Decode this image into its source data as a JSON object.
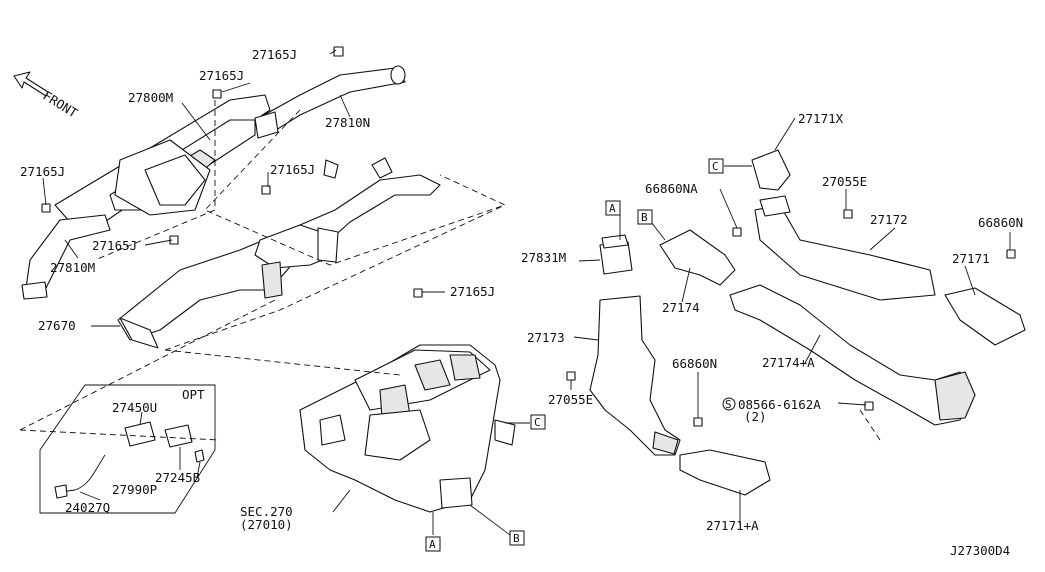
{
  "diagram": {
    "front_label": "FRONT",
    "opt_label": "OPT",
    "footer_code": "J27300D4",
    "callouts": {
      "c_27165J_top": "27165J",
      "c_27165J_2": "27165J",
      "c_27800M": "27800M",
      "c_27810N": "27810N",
      "c_27165J_left": "27165J",
      "c_27165J_mid": "27165J",
      "c_27165J_low": "27165J",
      "c_27810M": "27810M",
      "c_27165J_right": "27165J",
      "c_27670": "27670",
      "c_27450U": "27450U",
      "c_27245B": "27245B",
      "c_27990P": "27990P",
      "c_24027Q": "24027Q",
      "c_sec270": "SEC.270",
      "c_sec270_sub": "(27010)",
      "c_27171X": "27171X",
      "c_66860NA": "66860NA",
      "c_27055E_top": "27055E",
      "c_27172": "27172",
      "c_66860N_right": "66860N",
      "c_27171": "27171",
      "c_27831M": "27831M",
      "c_27174": "27174",
      "c_27173": "27173",
      "c_27174A": "27174+A",
      "c_66860N_mid": "66860N",
      "c_27055E_low": "27055E",
      "c_bolt_spec": "08566-6162A",
      "c_bolt_qty": "(2)",
      "c_bolt_symbol": "S",
      "c_27171A": "27171+A"
    },
    "ref_boxes": {
      "box_A_top": "A",
      "box_B_top": "B",
      "box_C_top": "C",
      "box_C_heater": "C",
      "box_A_bottom": "A",
      "box_B_bottom": "B"
    }
  }
}
